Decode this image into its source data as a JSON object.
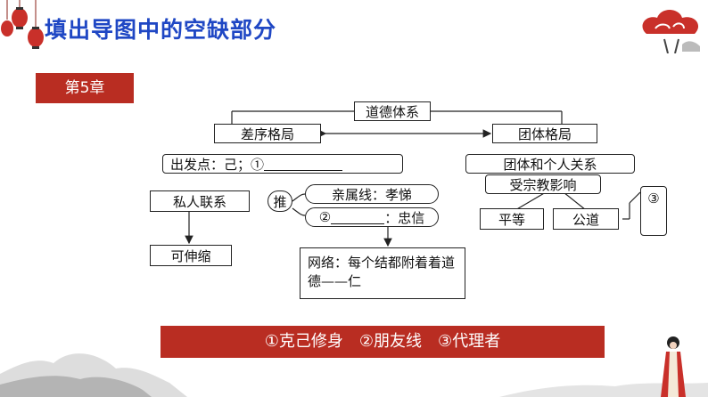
{
  "header": {
    "title": "填出导图中的空缺部分"
  },
  "chapter_badge": "第5章",
  "diagram": {
    "root": "道德体系",
    "left": {
      "branch": "差序格局",
      "start_label": "出发点：己；①",
      "private_link": "私人联系",
      "push_label": "推",
      "kinship": "亲属线：孝悌",
      "line2_prefix": "②",
      "line2_suffix": "：忠信",
      "flexible": "可伸缩",
      "network": "网络：每个结都附着着道德——仁"
    },
    "right": {
      "branch": "团体格局",
      "relation": "团体和个人关系",
      "religion": "受宗教影响",
      "equal": "平等",
      "justice": "公道",
      "blank3": "③"
    }
  },
  "answer_bar": "①克己修身　②朋友线　③代理者",
  "colors": {
    "title": "#1f47c4",
    "accent_red": "#b92d22"
  }
}
